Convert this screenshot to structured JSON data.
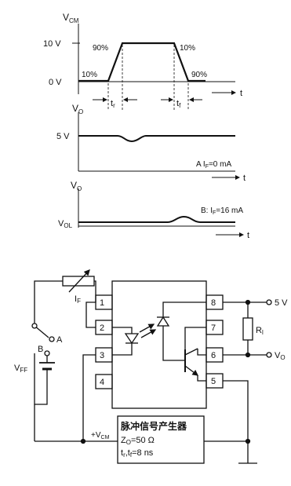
{
  "waveform1": {
    "axis_label_v": "V",
    "axis_label_sub": "CM",
    "level_10v": "10 V",
    "level_0v": "0 V",
    "rise_90": "90%",
    "rise_10": "10%",
    "fall_10": "10%",
    "fall_90": "90%",
    "time_label": "t",
    "tr_label": "t",
    "tr_sub": "r",
    "tf_label": "t",
    "tf_sub": "f"
  },
  "waveform2": {
    "axis_label_v": "V",
    "axis_label_sub": "O",
    "level_5v": "5 V",
    "case_label": "A  I",
    "case_sub": "F",
    "case_value": "=0 mA",
    "time_label": "t"
  },
  "waveform3": {
    "axis_label_v": "V",
    "axis_label_sub": "O",
    "level_vol": "V",
    "level_vol_sub": "OL",
    "case_label": "B: I",
    "case_sub": "F",
    "case_value": "=16 mA",
    "time_label": "t"
  },
  "circuit": {
    "pins": [
      "1",
      "2",
      "3",
      "4",
      "5",
      "6",
      "7",
      "8"
    ],
    "if_label": "I",
    "if_sub": "F",
    "switch_a": "A",
    "switch_b": "B",
    "vff": "V",
    "vff_sub": "FF",
    "vcm": "+V",
    "vcm_sub": "CM",
    "supply_5v": "5 V",
    "rl": "R",
    "rl_sub": "l",
    "vo": "V",
    "vo_sub": "O",
    "gen_title": "脉冲信号产生器",
    "gen_z": "Z",
    "gen_z_sub": "O",
    "gen_z_val": "=50 Ω",
    "gen_t": "t",
    "gen_t_sub1": "r",
    "gen_t_mid": ",t",
    "gen_t_sub2": "f",
    "gen_t_val": "=8 ns"
  }
}
